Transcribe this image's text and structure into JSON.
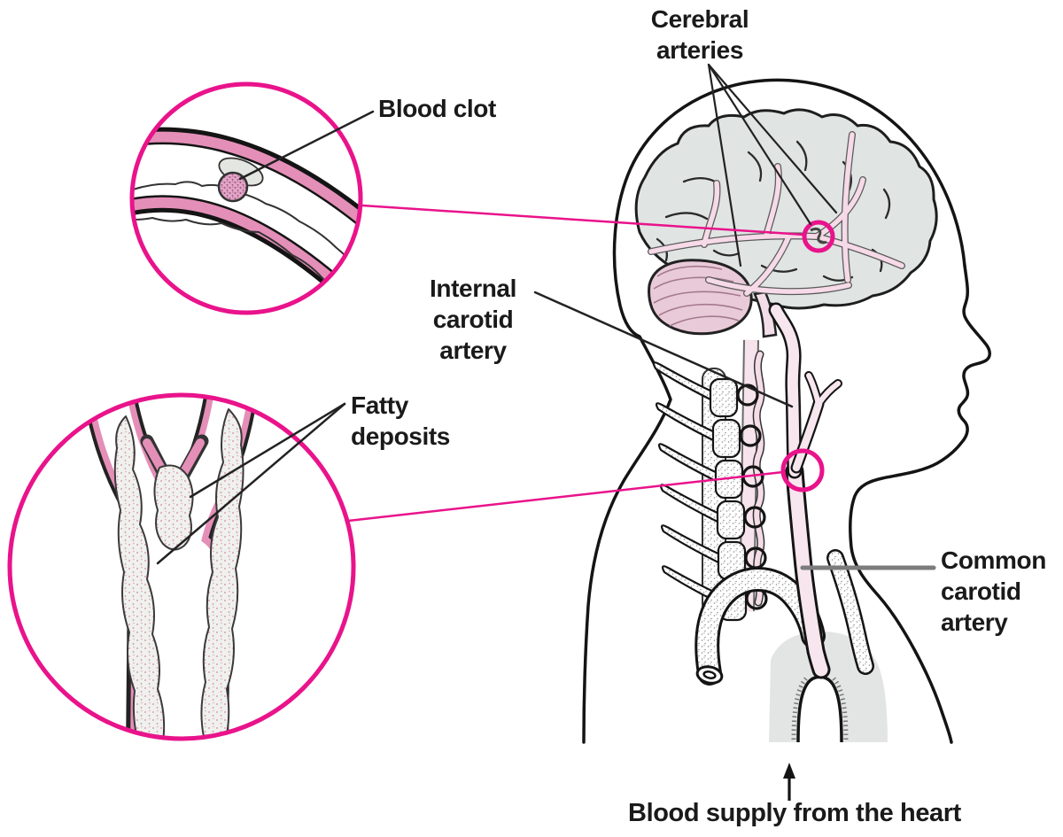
{
  "diagram": {
    "labels": {
      "cerebral_arteries": [
        "Cerebral",
        "arteries"
      ],
      "blood_clot": [
        "Blood clot"
      ],
      "internal_carotid": [
        "Internal",
        "carotid",
        "artery"
      ],
      "fatty_deposits": [
        "Fatty",
        "deposits"
      ],
      "common_carotid": [
        "Common",
        "carotid",
        "artery"
      ],
      "blood_supply": [
        "Blood supply from the heart"
      ]
    },
    "colors": {
      "accent_magenta": "#E9138B",
      "artery_wall_pink": "#E48FB8",
      "artery_light_pink": "#F7E6EE",
      "brain_gray": "#E0E4E3",
      "cerebellum_pink": "#E9CAD8",
      "aorta_gray": "#E3E5E4",
      "leader_gray": "#7C7C7C",
      "text": "#1A1A1A"
    },
    "icons": {
      "up_arrow": "upward arrow indicating blood flow from the heart"
    }
  }
}
